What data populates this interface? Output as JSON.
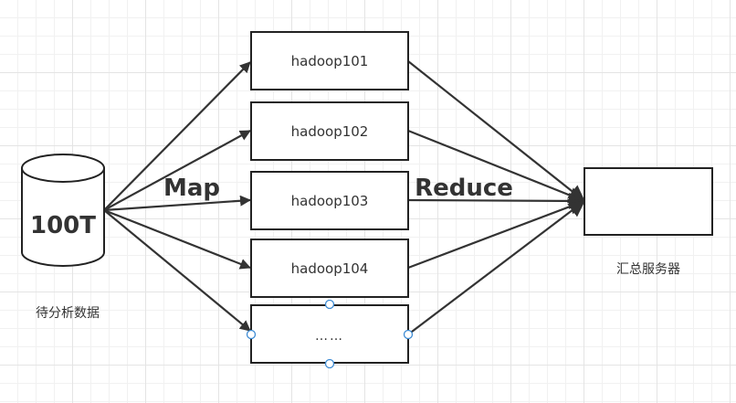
{
  "source": {
    "label": "100T",
    "caption": "待分析数据"
  },
  "phases": {
    "map": "Map",
    "reduce": "Reduce"
  },
  "nodes": [
    {
      "label": "hadoop101"
    },
    {
      "label": "hadoop102"
    },
    {
      "label": "hadoop103"
    },
    {
      "label": "hadoop104"
    },
    {
      "label": "……",
      "selected": true
    }
  ],
  "summary": {
    "label": "",
    "caption": "汇总服务器"
  },
  "colors": {
    "line": "#333333",
    "selection_handle": "#3d8bd4",
    "grid": "#e4e4e4"
  }
}
